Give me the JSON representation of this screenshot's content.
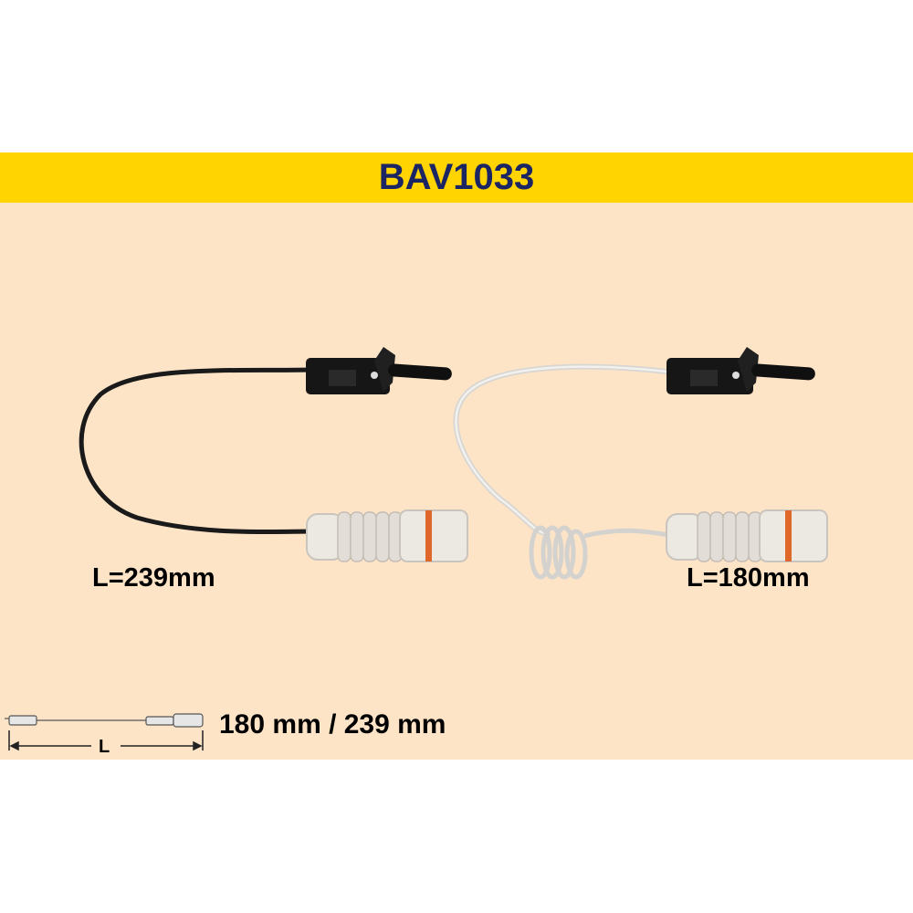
{
  "title": "BAV1033",
  "colors": {
    "band": "#ffd400",
    "title_text": "#1c2563",
    "background": "#fde4c7"
  },
  "products": [
    {
      "cable": "black",
      "length_label": "L=239mm"
    },
    {
      "cable": "white-coiled",
      "length_label": "L=180mm"
    }
  ],
  "dimension": {
    "symbol": "L",
    "text": "180 mm / 239 mm"
  }
}
